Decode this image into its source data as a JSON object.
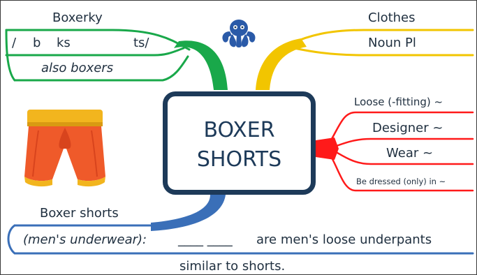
{
  "center": {
    "line1": "BOXER",
    "line2": "SHORTS"
  },
  "branches": {
    "green": {
      "title": "Boxerky",
      "pron": {
        "p1": "/",
        "p2": "b",
        "p3": "ks",
        "p4": "ts/"
      },
      "note": "also boxers",
      "color": "#19a84a"
    },
    "yellow": {
      "title": "Clothes",
      "pos": "Noun Pl",
      "color": "#f2c500"
    },
    "red": {
      "items": [
        "Loose (-fitting) ~",
        "Designer ~",
        "Wear ~",
        "Be dressed (only) in ~"
      ],
      "color": "#ff1a1a"
    },
    "blue": {
      "title": "Boxer shorts",
      "def_label": "(men's underwear):",
      "blanks": "____ ____",
      "def_text": "are men's loose underpants",
      "def_text2": "similar to shorts.",
      "color": "#3a6fb8"
    }
  },
  "icons": {
    "logo": "octopus-logo-icon",
    "illustration": "boxer-shorts-illustration"
  }
}
